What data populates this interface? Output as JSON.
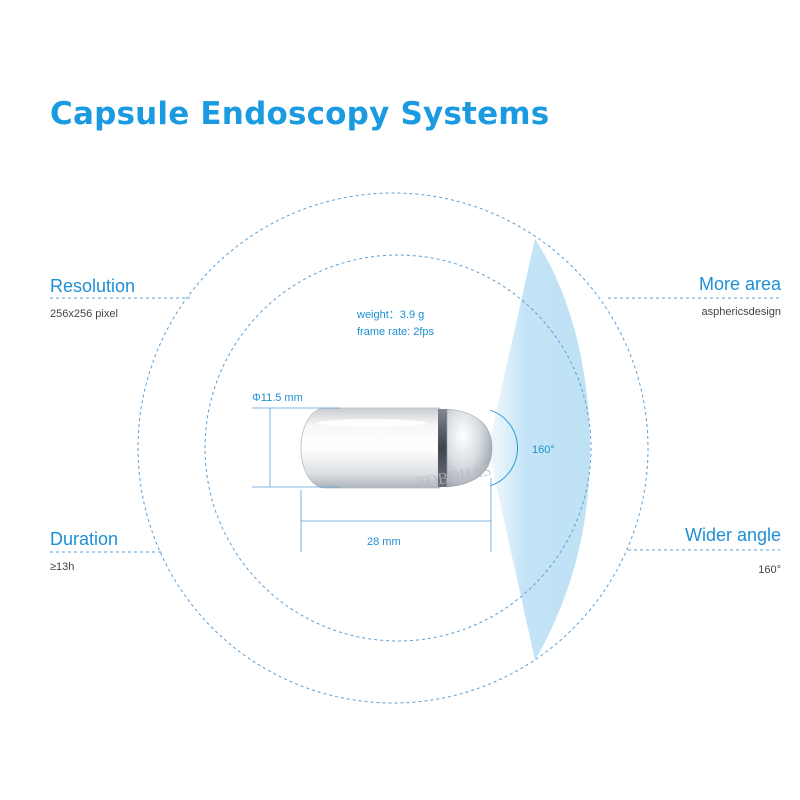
{
  "title": "Capsule Endoscopy Systems",
  "features": {
    "resolution": {
      "heading": "Resolution",
      "detail": "256x256 pixel"
    },
    "duration": {
      "heading": "Duration",
      "detail": "≥13h"
    },
    "more_area": {
      "heading": "More  area",
      "detail": "asphericsdesign"
    },
    "wider_angle": {
      "heading": "Wider  angle",
      "detail": "160°"
    }
  },
  "specs": {
    "weight": "weight：3.9 g",
    "frame_rate": "frame rate: 2fps",
    "diameter": "Φ11.5 mm",
    "length": "28 mm",
    "view_angle": "160°"
  },
  "watermark": "TOBOHAS",
  "colors": {
    "accent": "#1a9ae0",
    "text": "#1d8fd3",
    "dashed_line": "#5b9fd6",
    "view_cone": "#c8e6f7",
    "detail_text": "#444444"
  }
}
